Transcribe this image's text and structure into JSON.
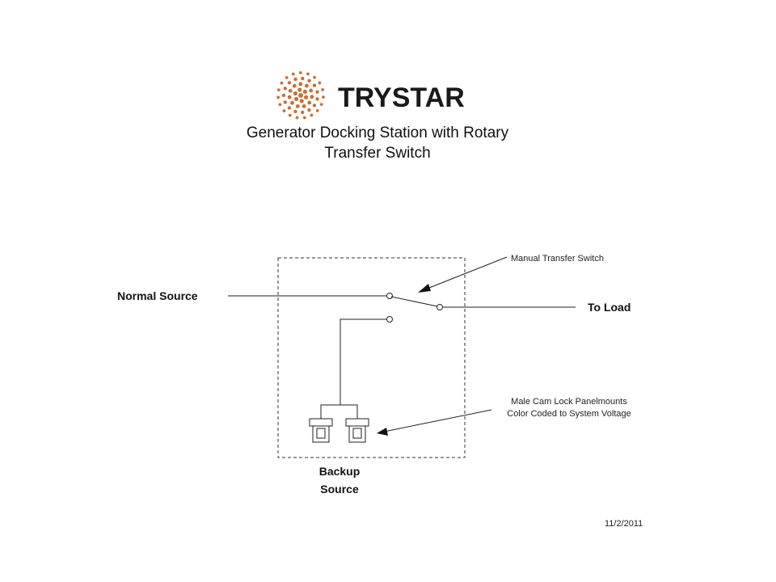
{
  "brand": {
    "name": "TRYSTAR",
    "logo_color": "#C8703A",
    "text_color": "#1a1a1a"
  },
  "title": {
    "line1": "Generator Docking Station with Rotary",
    "line2": "Transfer Switch"
  },
  "labels": {
    "normal_source": "Normal Source",
    "to_load": "To Load",
    "backup_line1": "Backup",
    "backup_line2": "Source",
    "manual_switch": "Manual Transfer Switch",
    "cam_lock_line1": "Male Cam Lock Panelmounts",
    "cam_lock_line2": "Color Coded to System Voltage"
  },
  "date": "11/2/2011"
}
